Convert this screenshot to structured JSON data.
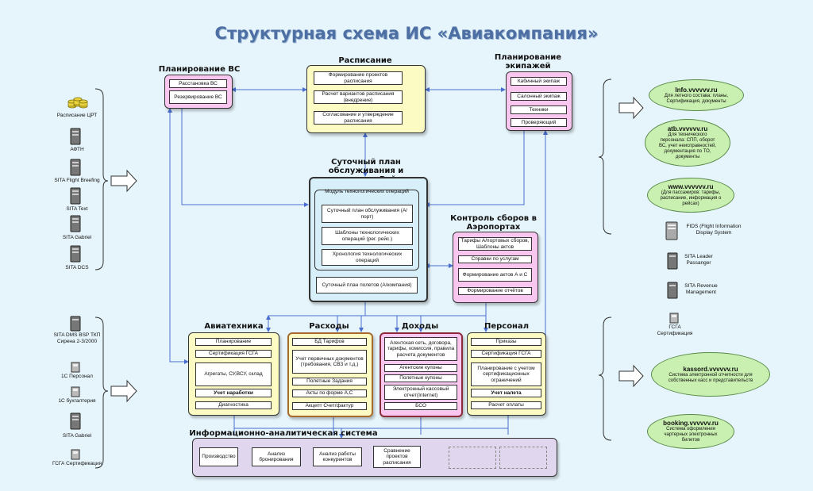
{
  "title": "Структурная схема ИС «Авиакомпания»",
  "fleet": {
    "title": "Планирование ВС",
    "items": [
      "Расстановка ВС",
      "Резервирование ВС"
    ]
  },
  "schedule": {
    "title": "Расписание",
    "items": [
      "Формирование проектов расписания",
      "Расчет вариантов расписания (внедрение)",
      "Согласование и утверждение расписания"
    ]
  },
  "crew": {
    "title": "Планирование экипажей",
    "items": [
      "Кабинный экипаж",
      "Салонный экипаж",
      "Техники",
      "Проверяющий"
    ]
  },
  "daily": {
    "title": "Суточный план обслуживания и выполнения Рейсов",
    "module_label": "Модуль технологических операций",
    "items": [
      "Суточный план обслуживания (А/порт)",
      "Шаблоны технологических операций (рег. рейс.)",
      "Хронология технологических операций"
    ],
    "flight_plan": "Суточный план полетов (А/компания)"
  },
  "fees": {
    "title": "Контроль сборов в Аэропортах",
    "items": [
      "Тарифы А/портовых сборов, Шаблоны актов",
      "Справки по услугам",
      "Формирование актов А и С",
      "Формирование отчётов"
    ]
  },
  "tech": {
    "title": "Авиатехника",
    "items": [
      "Планирование",
      "Сертификация ГСГА",
      "Агрегаты, СУ,ВСУ, склад",
      "Учет наработки",
      "Диагностика"
    ]
  },
  "costs": {
    "title": "Расходы",
    "items": [
      "БД Тарифов",
      "Учет первичных документов (требования, СВЗ и т.д.)",
      "Полетные Задания",
      "Акты по форме А,С",
      "Акцепт Счет/фактур"
    ]
  },
  "income": {
    "title": "Доходы",
    "items": [
      "Агентская сеть, договора, тарифы, комиссия, правила расчета документов",
      "Агентские купоны",
      "Полетные купоны",
      "Электронный кассовый отчет(Internet)",
      "БСО"
    ]
  },
  "staff": {
    "title": "Персонал",
    "items": [
      "Приказы",
      "Сертификация ГСГА",
      "Планирование с учетом сертификационных ограничений",
      "Учет налета",
      "Расчет оплаты"
    ]
  },
  "analytics": {
    "title": "Информационно-аналитическая система",
    "items": [
      "Производство",
      "Анализ бронирования",
      "Анализ работы конкурентов",
      "Сравнение проектов расписания"
    ]
  },
  "left_top_sources": [
    "Расписание ЦРТ",
    "АФТН",
    "SITA Flight Breefing",
    "SITA Text",
    "SITA Gabriel",
    "SITA DCS"
  ],
  "left_bottom_sources": [
    "SITA DMS BSP ТКП Сирена 2-3/2000",
    "1С Персонал",
    "1С бухгалтерия",
    "SITA Gabriel",
    "ГСГА Сертификация"
  ],
  "right_systems": [
    "FIDS (Flight Information Display System",
    "SITA Leader Passanger",
    "SITA Revenue Management",
    "ГСГА Сертификация"
  ],
  "clouds": [
    {
      "host": "Info.vvvvvv.ru",
      "text": "Для летного состава: планы, Сертификация, документы"
    },
    {
      "host": "atb.vvvvvv.ru",
      "text": "Для технического персонала: СПП, оборот ВС, учет неисправностей, документация по ТО, документы"
    },
    {
      "host": "www.vvvvvv.ru",
      "text": "(Для пассажиров: тарифы, расписание, информация о рейсах)"
    },
    {
      "host": "kassord.vvvvvv.ru",
      "text": "Система электронной отчетности для собственных касс и представительств"
    },
    {
      "host": "booking.vvvvvv.ru",
      "text": "Система оформления чартерных электронных билетов"
    }
  ],
  "colors": {
    "pink": "#f8c6ef",
    "yellow": "#fdfbc4",
    "lightblue": "#d6eff8",
    "orange_border": "#a66a2e",
    "maroon_border": "#8a2a3a",
    "analytics": "#e0d6ee",
    "cloud": "#c9f0b0",
    "line": "#4a6fd0"
  }
}
